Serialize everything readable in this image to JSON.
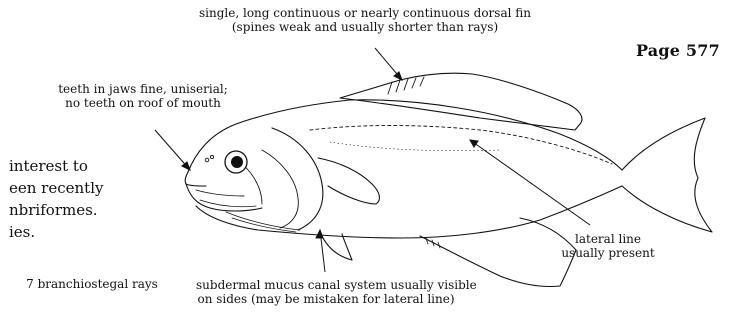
{
  "page_label": "Page 577",
  "annotations": {
    "dorsal_fin_line1": "single, long continuous or nearly continuous dorsal fin",
    "dorsal_fin_line2": "(spines weak and usually shorter than rays)",
    "teeth_line1": "teeth in jaws fine, uniserial;",
    "teeth_line2": "no teeth on roof of mouth",
    "lateral_line_line1": "lateral line",
    "lateral_line_line2": "usually present",
    "branchiostegal": "7 branchiostegal rays",
    "subdermal_line1": "subdermal mucus canal system usually visible",
    "subdermal_line2": "on sides (may be mistaken for lateral line)"
  },
  "body_text_lines": [
    "interest to",
    "een recently",
    "nbriformes.",
    "ies."
  ]
}
